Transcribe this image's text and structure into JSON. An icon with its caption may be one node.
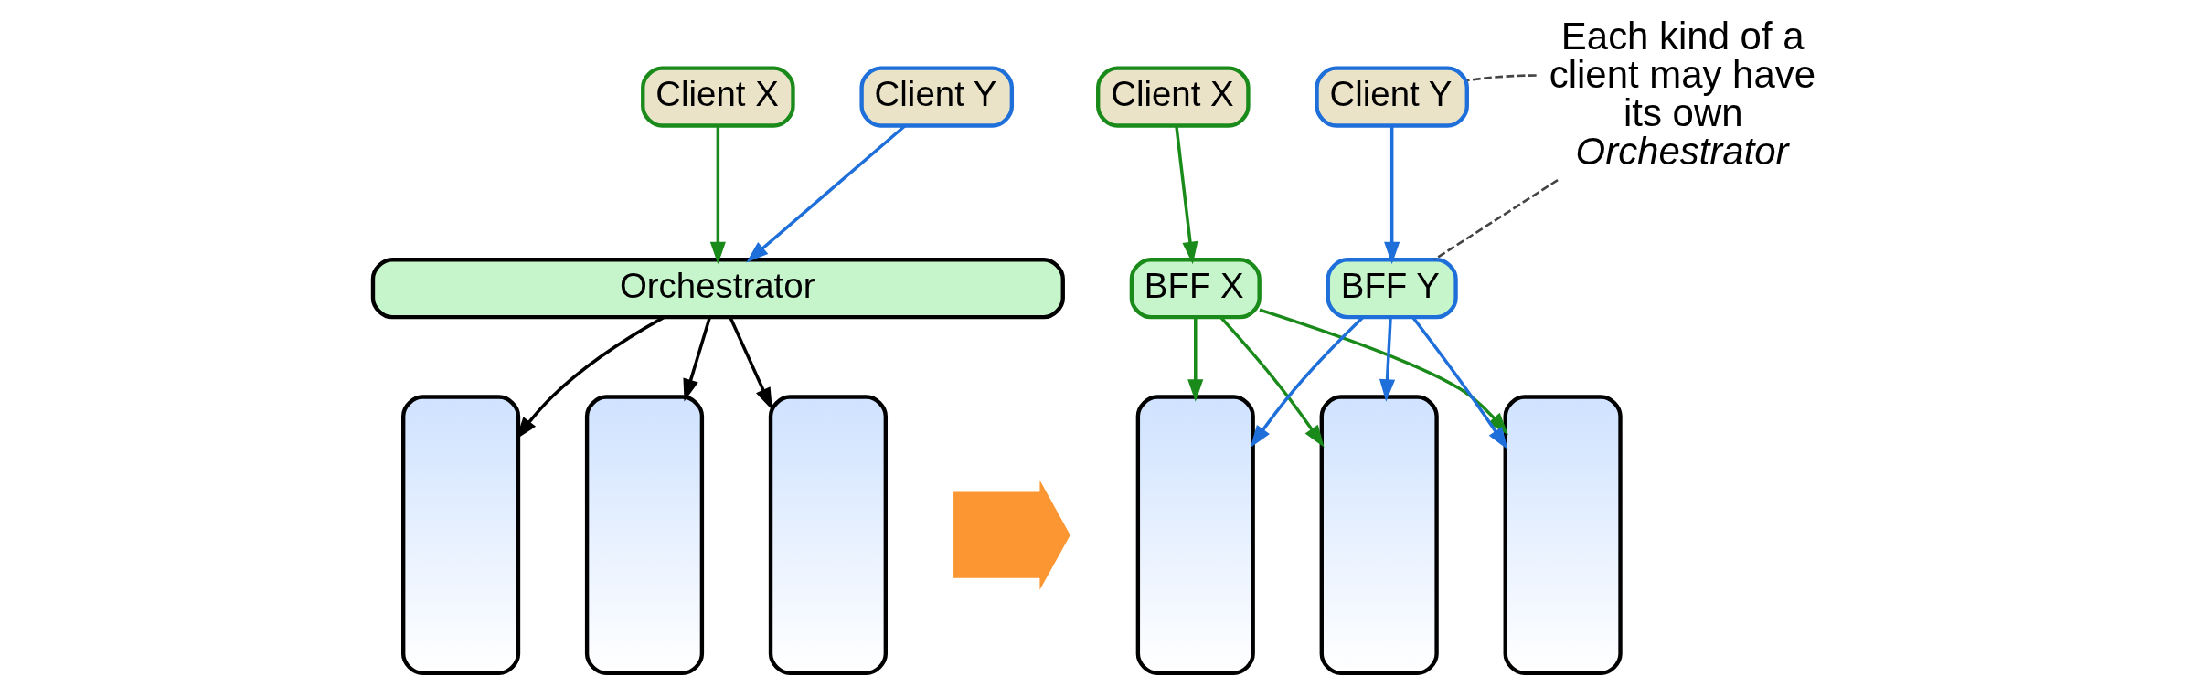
{
  "diagram": {
    "nodes": [
      {
        "text": [
          "Client X"
        ]
      },
      {
        "text": [
          "Client Y"
        ]
      },
      {
        "text": [
          "Orchestrator"
        ]
      },
      {
        "text": [],
        "shape": "box"
      },
      {
        "text": [],
        "shape": "box"
      },
      {
        "text": [],
        "shape": "box"
      },
      {
        "text": [],
        "shape": "arrow"
      },
      {
        "text": [
          "Client X"
        ]
      },
      {
        "text": [
          "Client Y"
        ]
      },
      {
        "text": [
          "BFF X"
        ]
      },
      {
        "text": [
          "BFF Y"
        ]
      },
      {
        "text": [],
        "shape": "box"
      },
      {
        "text": [],
        "shape": "box"
      },
      {
        "text": [],
        "shape": "box"
      },
      {
        "text": [
          "Each kind of a client may have its own *Orchestrator*"
        ]
      }
    ],
    "edges": [
      {
        "from": 0,
        "to": 2,
        "arrow": "to",
        "color": "#1a8a1a"
      },
      {
        "from": 1,
        "to": 2,
        "arrow": "to",
        "color": "#1e6fd9"
      },
      {
        "from": 2,
        "to": 3,
        "arrow": "to",
        "color": "#000000"
      },
      {
        "from": 2,
        "to": 4,
        "arrow": "to",
        "color": "#000000"
      },
      {
        "from": 2,
        "to": 5,
        "arrow": "to",
        "color": "#000000"
      },
      {
        "from": 7,
        "to": 9,
        "arrow": "to",
        "color": "#1a8a1a"
      },
      {
        "from": 8,
        "to": 10,
        "arrow": "to",
        "color": "#1e6fd9"
      },
      {
        "from": 9,
        "to": 11,
        "arrow": "to",
        "color": "#1a8a1a"
      },
      {
        "from": 9,
        "to": 12,
        "arrow": "to",
        "color": "#1a8a1a"
      },
      {
        "from": 9,
        "to": 13,
        "arrow": "to",
        "color": "#1a8a1a"
      },
      {
        "from": 10,
        "to": 11,
        "arrow": "to",
        "color": "#1e6fd9"
      },
      {
        "from": 10,
        "to": 12,
        "arrow": "to",
        "color": "#1e6fd9"
      },
      {
        "from": 10,
        "to": 13,
        "arrow": "to",
        "color": "#1e6fd9"
      },
      {
        "from": 14,
        "to": 8,
        "arrow": "none",
        "style": "dashed",
        "color": "#444444"
      },
      {
        "from": 14,
        "to": 10,
        "arrow": "none",
        "style": "dashed",
        "color": "#444444"
      }
    ]
  }
}
